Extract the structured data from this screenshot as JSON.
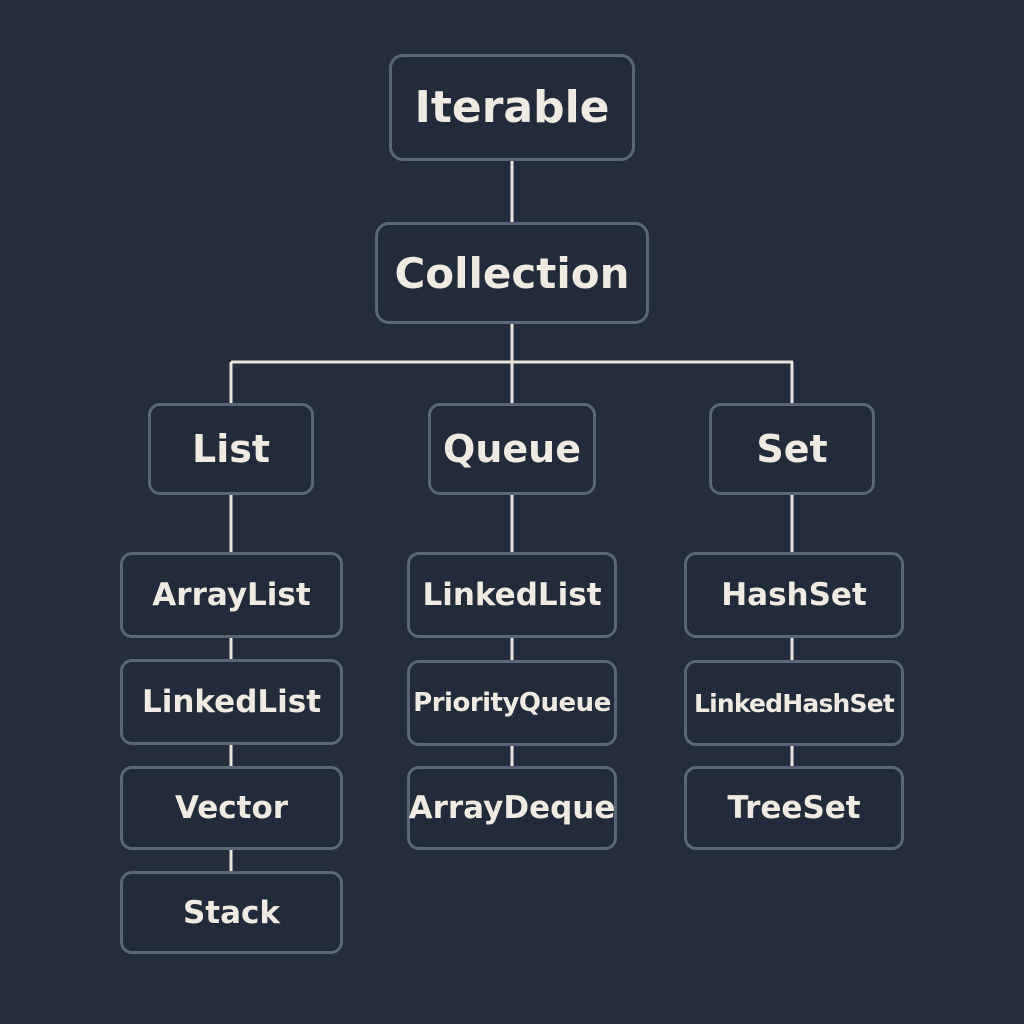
{
  "root": {
    "label": "Iterable"
  },
  "collection": {
    "label": "Collection"
  },
  "interfaces": {
    "list": {
      "label": "List"
    },
    "queue": {
      "label": "Queue"
    },
    "set": {
      "label": "Set"
    }
  },
  "implementations": {
    "list": [
      "ArrayList",
      "LinkedList",
      "Vector",
      "Stack"
    ],
    "queue": [
      "LinkedList",
      "PriorityQueue",
      "ArrayDeque"
    ],
    "set": [
      "HashSet",
      "LinkedHashSet",
      "TreeSet"
    ]
  },
  "colors": {
    "background": "#232d3c",
    "box_border": "#586678",
    "text": "#efeae2",
    "connector": "#e9e4dc"
  }
}
